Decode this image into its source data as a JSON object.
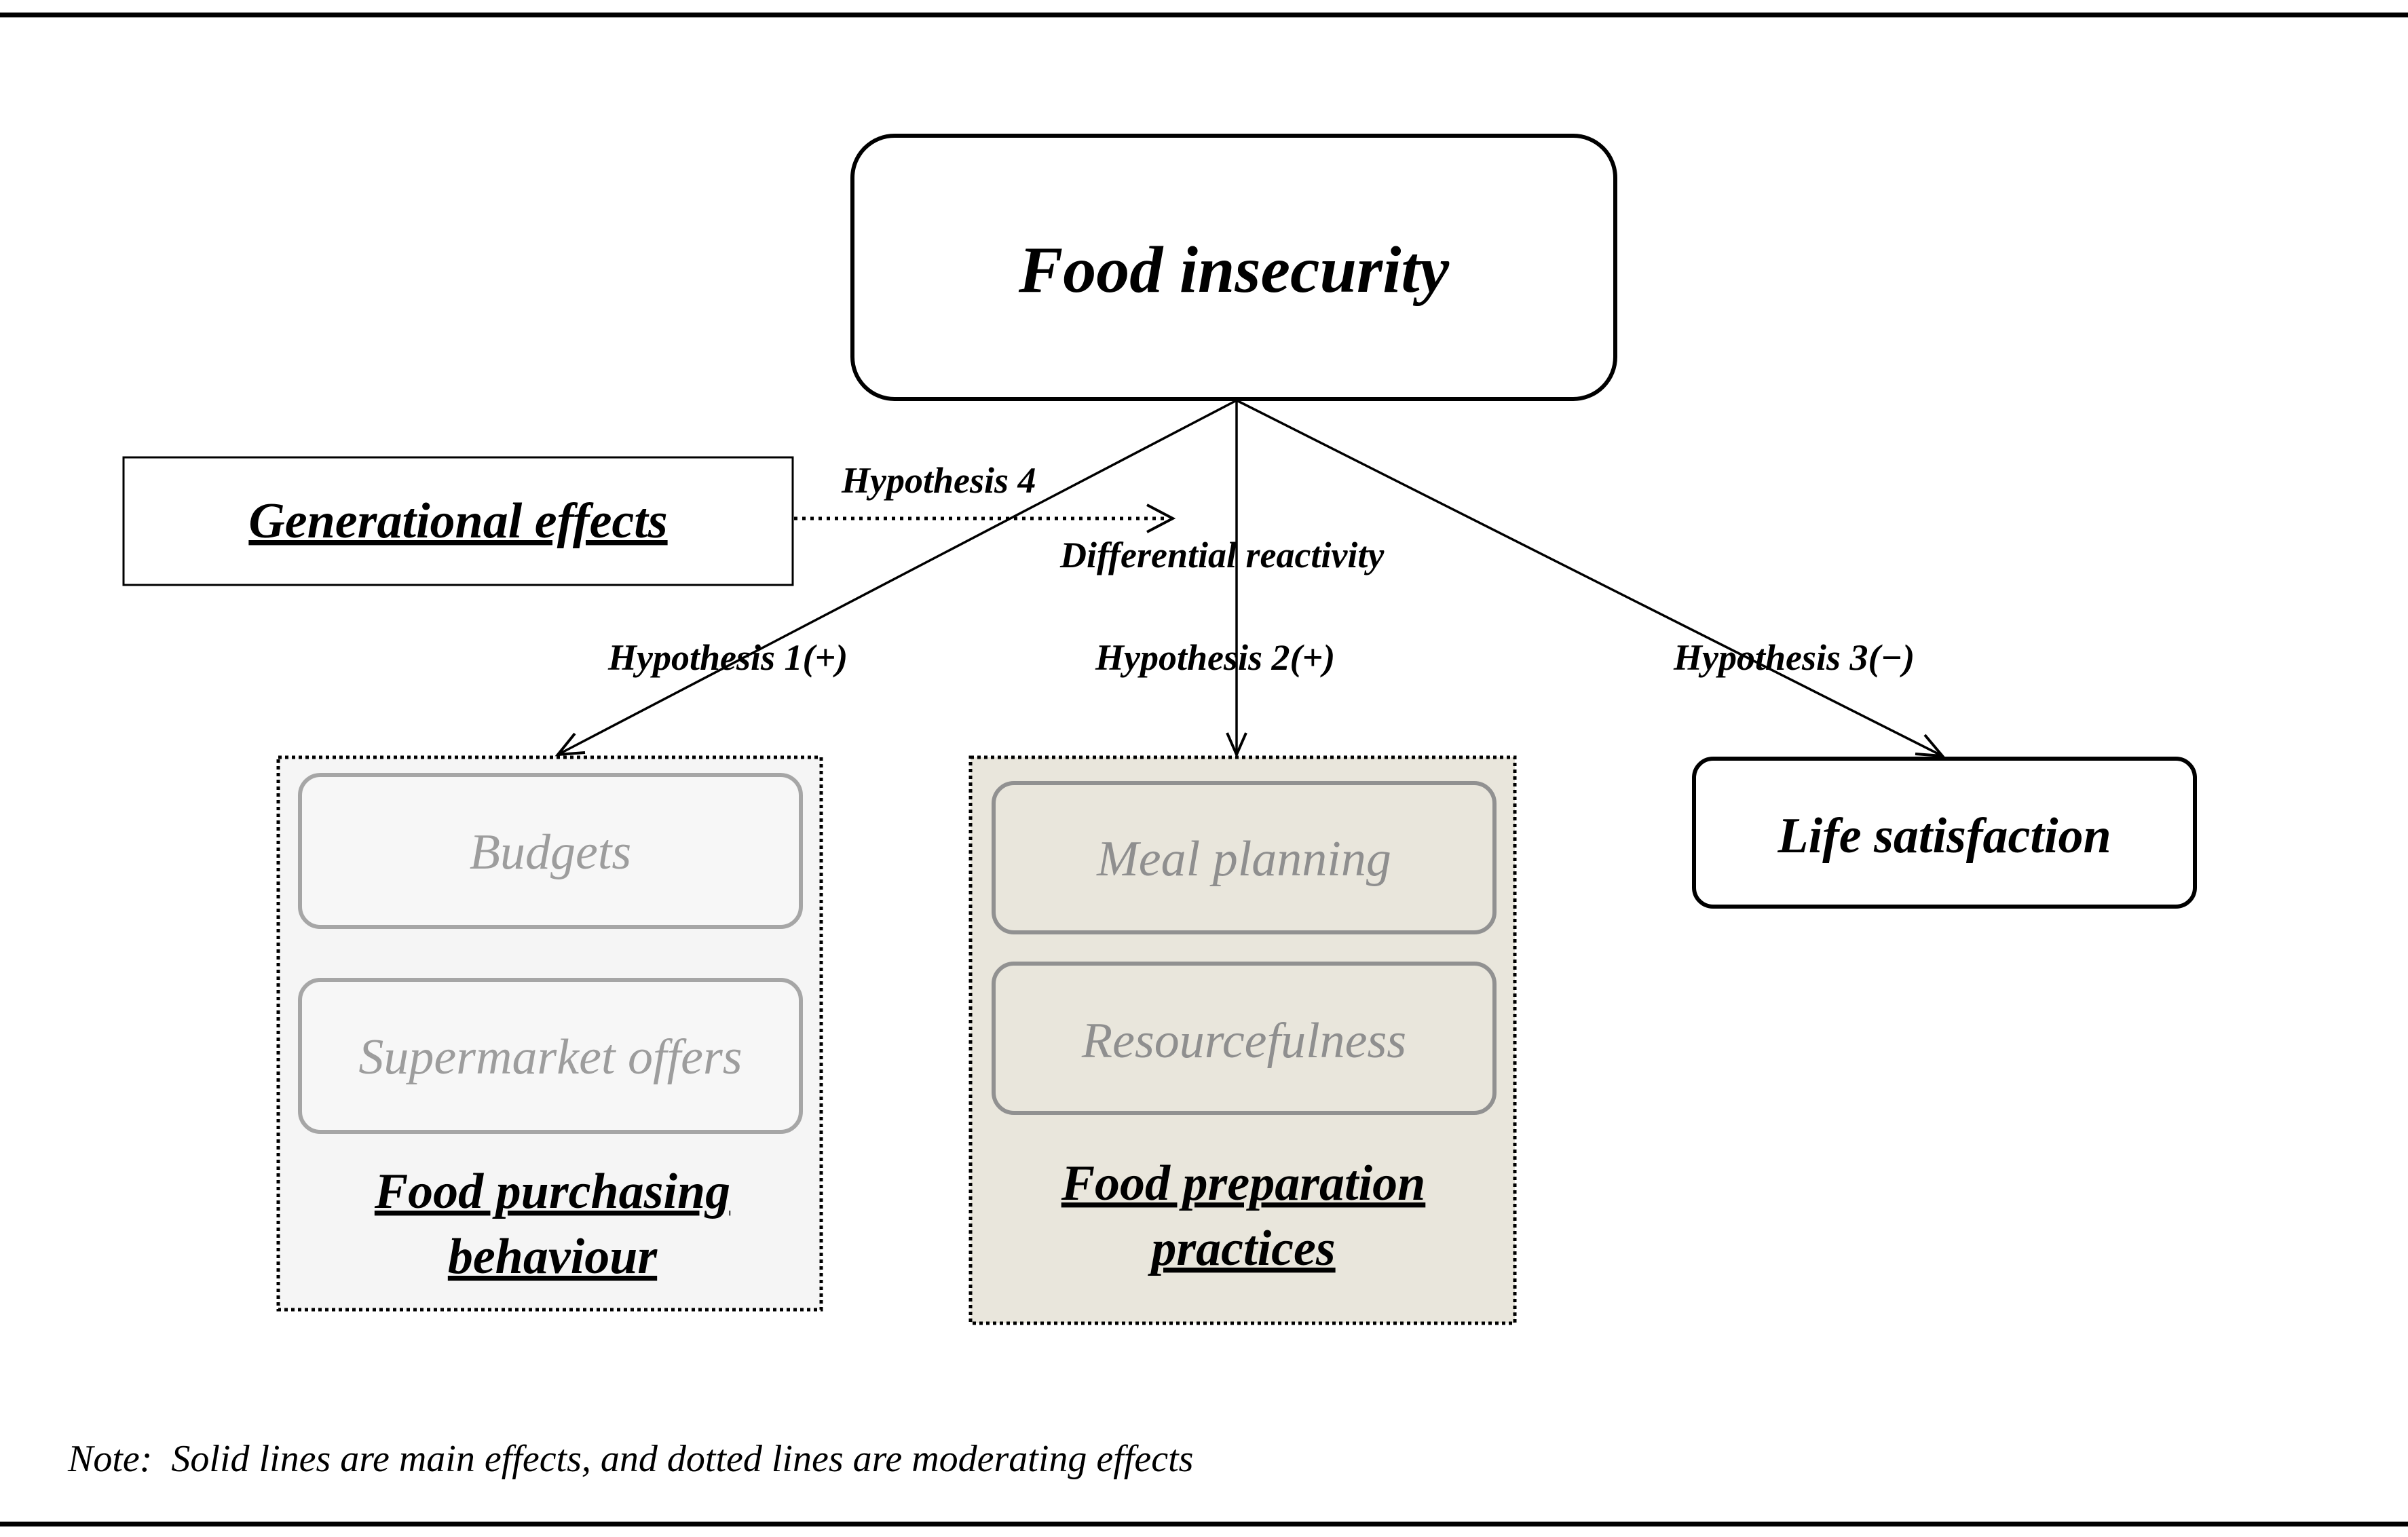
{
  "nodes": {
    "food_insecurity": "Food insecurity",
    "generational_effects": "Generational effects",
    "life_satisfaction": "Life satisfaction",
    "food_purchasing": {
      "line1": "Food purchasing",
      "line2": "behaviour"
    },
    "food_preparation": {
      "line1": "Food preparation",
      "line2": "practices"
    },
    "budgets": "Budgets",
    "supermarket_offers": "Supermarket offers",
    "meal_planning": "Meal planning",
    "resourcefulness": "Resourcefulness"
  },
  "edges": {
    "hypothesis_1": "Hypothesis 1(+)",
    "hypothesis_2": "Hypothesis 2(+)",
    "hypothesis_3": "Hypothesis 3(−)",
    "hypothesis_4": "Hypothesis 4",
    "differential_reactivity": "Differential reactivity"
  },
  "note": "Note:  Solid lines are main effects, and dotted lines are moderating effects"
}
